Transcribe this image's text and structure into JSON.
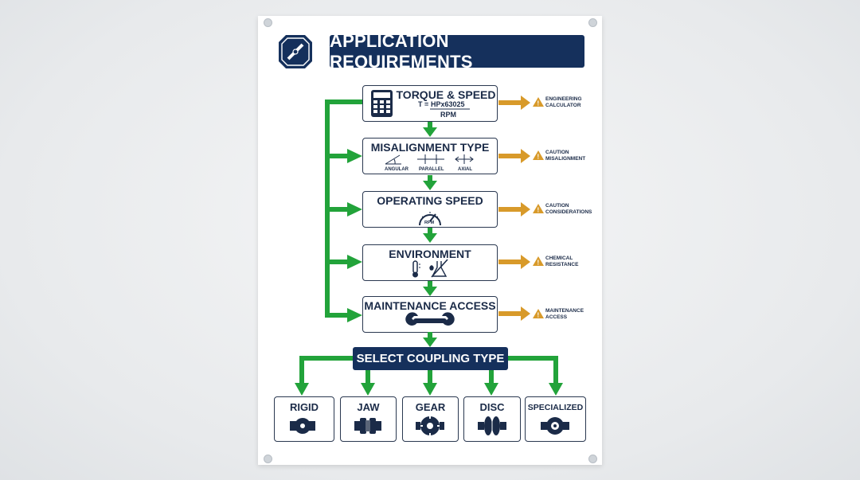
{
  "title": "APPLICATION REQUIREMENTS",
  "steps": [
    {
      "title": "TORQUE & SPEED",
      "formula_lhs": "T =",
      "formula_num": "HPx63025",
      "formula_den": "RPM",
      "note": "ENGINEERING\nCALCULATOR"
    },
    {
      "title": "MISALIGNMENT TYPE",
      "sub": [
        "ANGULAR",
        "PARALLEL",
        "AXIAL"
      ],
      "note": "CAUTION\nMISALIGNMENT"
    },
    {
      "title": "OPERATING SPEED",
      "gauge_label": "RPM",
      "note": "CAUTION\nCONSIDERATIONS"
    },
    {
      "title": "ENVIRONMENT",
      "note": "CHEMICAL\nRESISTANCE"
    },
    {
      "title": "MAINTENANCE ACCESS",
      "note": "MAINTENANCE\nACCESS"
    }
  ],
  "select": "SELECT COUPLING TYPE",
  "coupling_types": [
    "RIGID",
    "JAW",
    "GEAR",
    "DISC",
    "SPECIALIZED"
  ],
  "colors": {
    "navy": "#15305c",
    "green": "#22a33a",
    "amber": "#d89a2a"
  },
  "icons": [
    "logo-icon",
    "calculator-icon",
    "angular-icon",
    "parallel-icon",
    "axial-icon",
    "gauge-icon",
    "thermometer-icon",
    "chemical-icon",
    "wrench-icon",
    "warning-icon",
    "coupling-icon"
  ]
}
